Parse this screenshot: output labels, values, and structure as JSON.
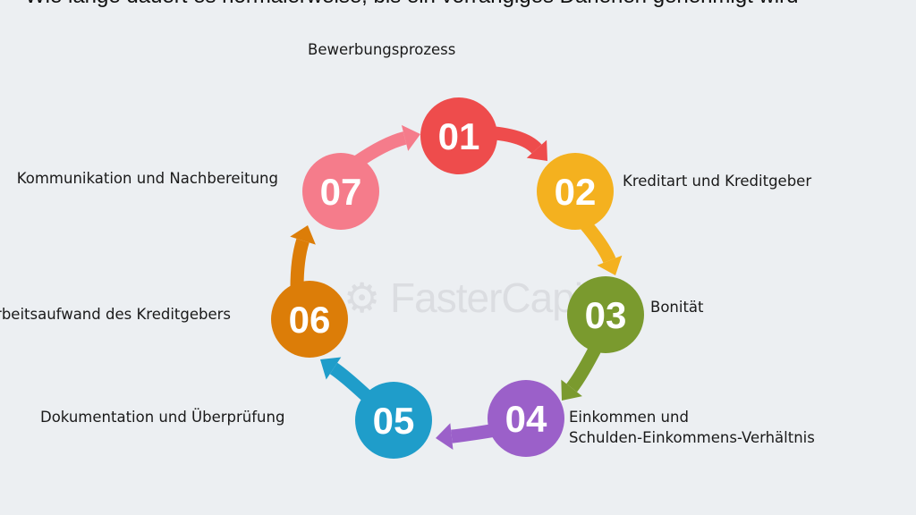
{
  "title": "Wie lange dauert es normalerweise, bis ein vorrangiges Darlehen genehmigt wird",
  "watermark": "FasterCapital",
  "steps": [
    {
      "num": "01",
      "label": "Bewerbungsprozess",
      "color": "#ee4c4c"
    },
    {
      "num": "02",
      "label": "Kreditart und Kreditgeber",
      "color": "#f4b11f"
    },
    {
      "num": "03",
      "label": "Bonität",
      "color": "#7a9a2e"
    },
    {
      "num": "04",
      "label": "Einkommen und",
      "label2": "Schulden-Einkommens-Verhältnis",
      "color": "#9b60c9"
    },
    {
      "num": "05",
      "label": "Dokumentation und Überprüfung",
      "color": "#1f9dca"
    },
    {
      "num": "06",
      "label": "Arbeitsaufwand des Kreditgebers",
      "color": "#dc7d08"
    },
    {
      "num": "07",
      "label": "Kommunikation und Nachbereitung",
      "color": "#f57c8b"
    }
  ]
}
